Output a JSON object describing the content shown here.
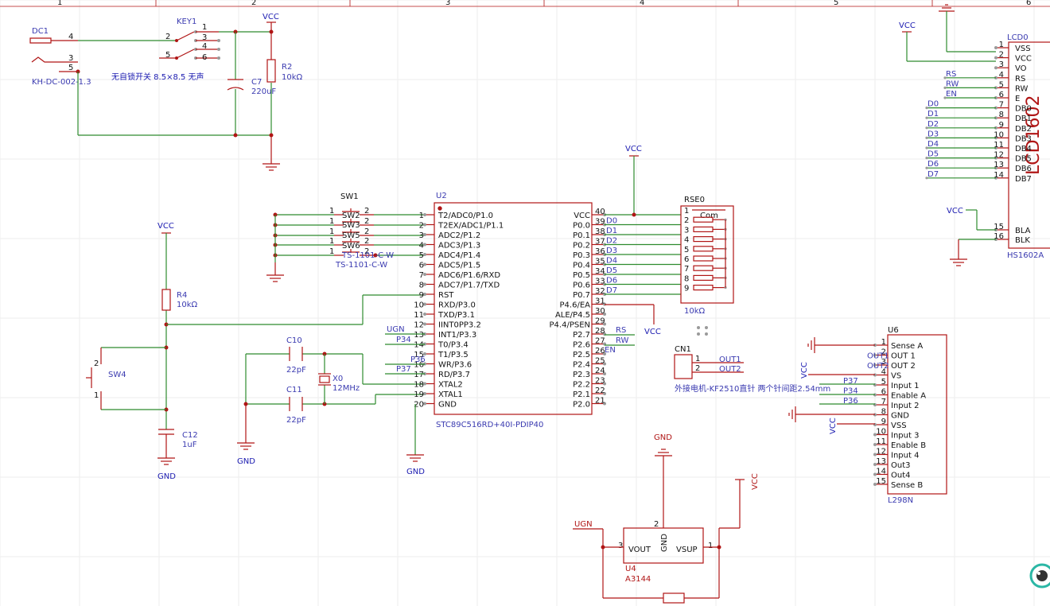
{
  "ruler": [
    "1",
    "2",
    "3",
    "4",
    "5",
    "6"
  ],
  "power": {
    "vcc": "VCC",
    "gnd": "GND",
    "ugn": "UGN"
  },
  "dc_jack": {
    "ref": "DC1",
    "part": "KH-DC-002-1.3",
    "pins": [
      "4",
      "3",
      "5"
    ]
  },
  "key_switch": {
    "ref": "KEY1",
    "desc": "无自锁开关 8.5×8.5 无声",
    "pins": [
      "1",
      "2",
      "3",
      "4",
      "5",
      "6"
    ]
  },
  "c7": {
    "ref": "C7",
    "value": "220uF"
  },
  "r2": {
    "ref": "R2",
    "value": "10kΩ"
  },
  "r4": {
    "ref": "R4",
    "value": "10kΩ"
  },
  "sw4": {
    "ref": "SW4",
    "pins": [
      "2",
      "1"
    ]
  },
  "c12": {
    "ref": "C12",
    "value": "1uF"
  },
  "c10": {
    "ref": "C10",
    "value": "22pF"
  },
  "c11": {
    "ref": "C11",
    "value": "22pF"
  },
  "x0": {
    "ref": "X0",
    "value": "12MHz"
  },
  "buttons": {
    "refs": [
      "SW1",
      "SW2",
      "SW3",
      "SW5",
      "SW6"
    ],
    "part_a": "TS-1101-C-W",
    "part_b": "TS-1101-C-W",
    "pin1": "1",
    "pin2": "2"
  },
  "mcu": {
    "ref": "U2",
    "part": "STC89C516RD+40I-PDIP40",
    "left_pins": [
      {
        "num": "1",
        "name": "T2/ADC0/P1.0"
      },
      {
        "num": "2",
        "name": "T2EX/ADC1/P1.1"
      },
      {
        "num": "3",
        "name": "ADC2/P1.2"
      },
      {
        "num": "4",
        "name": "ADC3/P1.3"
      },
      {
        "num": "5",
        "name": "ADC4/P1.4"
      },
      {
        "num": "6",
        "name": "ADC5/P1.5"
      },
      {
        "num": "7",
        "name": "ADC6/P1.6/RXD"
      },
      {
        "num": "8",
        "name": "ADC7/P1.7/TXD"
      },
      {
        "num": "9",
        "name": "RST"
      },
      {
        "num": "10",
        "name": "RXD/P3.0"
      },
      {
        "num": "11",
        "name": "TXD/P3.1"
      },
      {
        "num": "12",
        "name": "IINT0PP3.2"
      },
      {
        "num": "13",
        "name": "INT1/P3.3"
      },
      {
        "num": "14",
        "name": "T0/P3.4"
      },
      {
        "num": "15",
        "name": "T1/P3.5"
      },
      {
        "num": "16",
        "name": "WR/P3.6"
      },
      {
        "num": "17",
        "name": "RD/P3.7"
      },
      {
        "num": "18",
        "name": "XTAL2"
      },
      {
        "num": "19",
        "name": "XTAL1"
      },
      {
        "num": "20",
        "name": "GND"
      }
    ],
    "right_pins": [
      {
        "num": "40",
        "name": "VCC"
      },
      {
        "num": "39",
        "name": "P0.0"
      },
      {
        "num": "38",
        "name": "P0.1"
      },
      {
        "num": "37",
        "name": "P0.2"
      },
      {
        "num": "36",
        "name": "P0.3"
      },
      {
        "num": "35",
        "name": "P0.4"
      },
      {
        "num": "34",
        "name": "P0.5"
      },
      {
        "num": "33",
        "name": "P0.6"
      },
      {
        "num": "32",
        "name": "P0.7"
      },
      {
        "num": "31",
        "name": "P4.6/EA"
      },
      {
        "num": "30",
        "name": "ALE/P4.5"
      },
      {
        "num": "29",
        "name": "P4.4/PSEN"
      },
      {
        "num": "28",
        "name": "P2.7"
      },
      {
        "num": "27",
        "name": "P2.6"
      },
      {
        "num": "26",
        "name": "P2.5"
      },
      {
        "num": "25",
        "name": "P2.4"
      },
      {
        "num": "24",
        "name": "P2.3"
      },
      {
        "num": "23",
        "name": "P2.2"
      },
      {
        "num": "22",
        "name": "P2.1"
      },
      {
        "num": "21",
        "name": "P2.0"
      }
    ],
    "right_nets": [
      "D0",
      "D1",
      "D2",
      "D3",
      "D4",
      "D5",
      "D6",
      "D7"
    ],
    "p2_nets": [
      "RS",
      "RW",
      "EN"
    ],
    "p3_nets": [
      "P34",
      "P36",
      "P37"
    ]
  },
  "rse0": {
    "ref": "RSE0",
    "value": "10kΩ",
    "com": "Com",
    "pins": [
      "1",
      "2",
      "3",
      "4",
      "5",
      "6",
      "7",
      "8",
      "9"
    ]
  },
  "lcd": {
    "ref": "LCD0",
    "title": "LCD1602",
    "part": "HS1602A",
    "pins": [
      {
        "num": "1",
        "name": "VSS",
        "net": ""
      },
      {
        "num": "2",
        "name": "VCC",
        "net": ""
      },
      {
        "num": "3",
        "name": "VO",
        "net": ""
      },
      {
        "num": "4",
        "name": "RS",
        "net": "RS"
      },
      {
        "num": "5",
        "name": "RW",
        "net": "RW"
      },
      {
        "num": "6",
        "name": "E",
        "net": "EN"
      },
      {
        "num": "7",
        "name": "DB0",
        "net": "D0"
      },
      {
        "num": "8",
        "name": "DB1",
        "net": "D1"
      },
      {
        "num": "9",
        "name": "DB2",
        "net": "D2"
      },
      {
        "num": "10",
        "name": "DB3",
        "net": "D3"
      },
      {
        "num": "11",
        "name": "DB4",
        "net": "D4"
      },
      {
        "num": "12",
        "name": "DB5",
        "net": "D5"
      },
      {
        "num": "13",
        "name": "DB6",
        "net": "D6"
      },
      {
        "num": "14",
        "name": "DB7",
        "net": "D7"
      },
      {
        "num": "15",
        "name": "BLA",
        "net": "VCC"
      },
      {
        "num": "16",
        "name": "BLK",
        "net": ""
      }
    ]
  },
  "cn1": {
    "ref": "CN1",
    "desc": "外接电机-KF2510直针 两个针间距2.54mm",
    "pins": [
      {
        "num": "1",
        "net": "OUT1"
      },
      {
        "num": "2",
        "net": "OUT2"
      }
    ]
  },
  "driver": {
    "ref": "U6",
    "part": "L298N",
    "pins": [
      {
        "num": "1",
        "name": "Sense A",
        "net": ""
      },
      {
        "num": "2",
        "name": "OUT 1",
        "net": "OUT1"
      },
      {
        "num": "3",
        "name": "OUT 2",
        "net": "OUT2"
      },
      {
        "num": "4",
        "name": "VS",
        "net": "VCC"
      },
      {
        "num": "5",
        "name": "Input 1",
        "net": "P37"
      },
      {
        "num": "6",
        "name": "Enable A",
        "net": "P34"
      },
      {
        "num": "7",
        "name": "Input 2",
        "net": "P36"
      },
      {
        "num": "8",
        "name": "GND",
        "net": ""
      },
      {
        "num": "9",
        "name": "VSS",
        "net": "VCC"
      },
      {
        "num": "10",
        "name": "Input 3",
        "net": ""
      },
      {
        "num": "11",
        "name": "Enable B",
        "net": ""
      },
      {
        "num": "12",
        "name": "Input 4",
        "net": ""
      },
      {
        "num": "13",
        "name": "Out3",
        "net": ""
      },
      {
        "num": "14",
        "name": "Out4",
        "net": ""
      },
      {
        "num": "15",
        "name": "Sense B",
        "net": ""
      }
    ]
  },
  "hall": {
    "ref": "U4",
    "part": "A3144",
    "pins": [
      {
        "num": "3",
        "name": "VOUT"
      },
      {
        "num": "2",
        "name": "GND"
      },
      {
        "num": "1",
        "name": "VSUP"
      }
    ]
  }
}
